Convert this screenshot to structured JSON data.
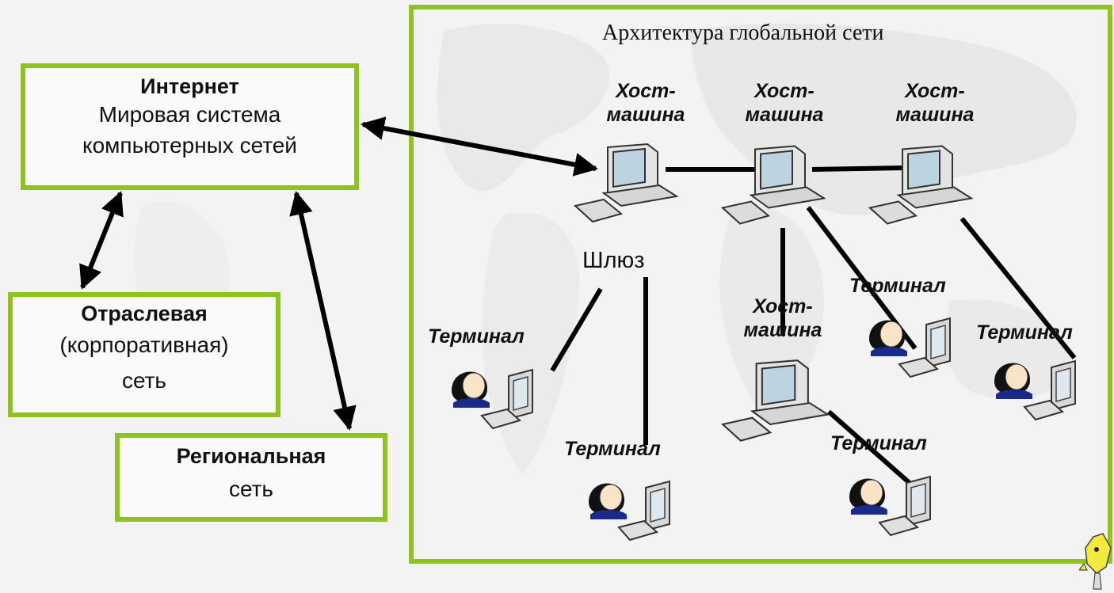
{
  "boxes": {
    "internet": {
      "title": "Интернет",
      "line1": "Мировая система",
      "line2": "компьютерных сетей"
    },
    "branch": {
      "title": "Отраслевая",
      "line1": "(корпоративная)",
      "line2": "сеть"
    },
    "regional": {
      "title": "Региональная",
      "line1": "сеть"
    }
  },
  "panel": {
    "title": "Архитектура глобальной сети",
    "host_line1": "Хост-",
    "host_line2": "машина",
    "gateway": "Шлюз",
    "terminal": "Терминал"
  },
  "colors": {
    "frame": "#8dc21f",
    "line": "#000000",
    "background": "#f4f4f4"
  }
}
